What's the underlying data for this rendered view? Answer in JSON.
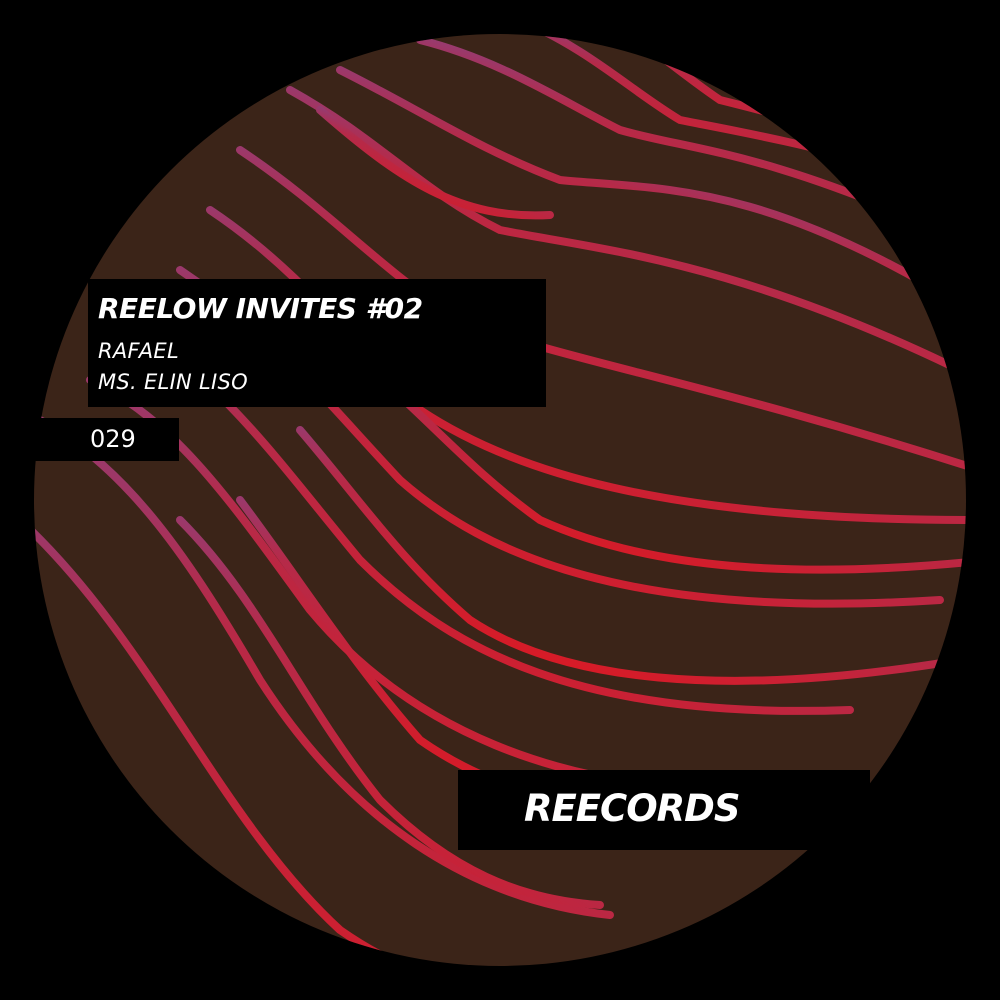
{
  "release": {
    "title": "REELOW INVITES #02",
    "artists": [
      "RAFAEL",
      "MS. ELIN LISO"
    ],
    "catalog_number": "029",
    "label": "REECORDS"
  },
  "colors": {
    "background": "#000000",
    "disc": "#3b2418",
    "wave_blue": "#3f86d8",
    "wave_purple": "#7b4a93",
    "wave_red": "#e51418",
    "text": "#ffffff"
  }
}
